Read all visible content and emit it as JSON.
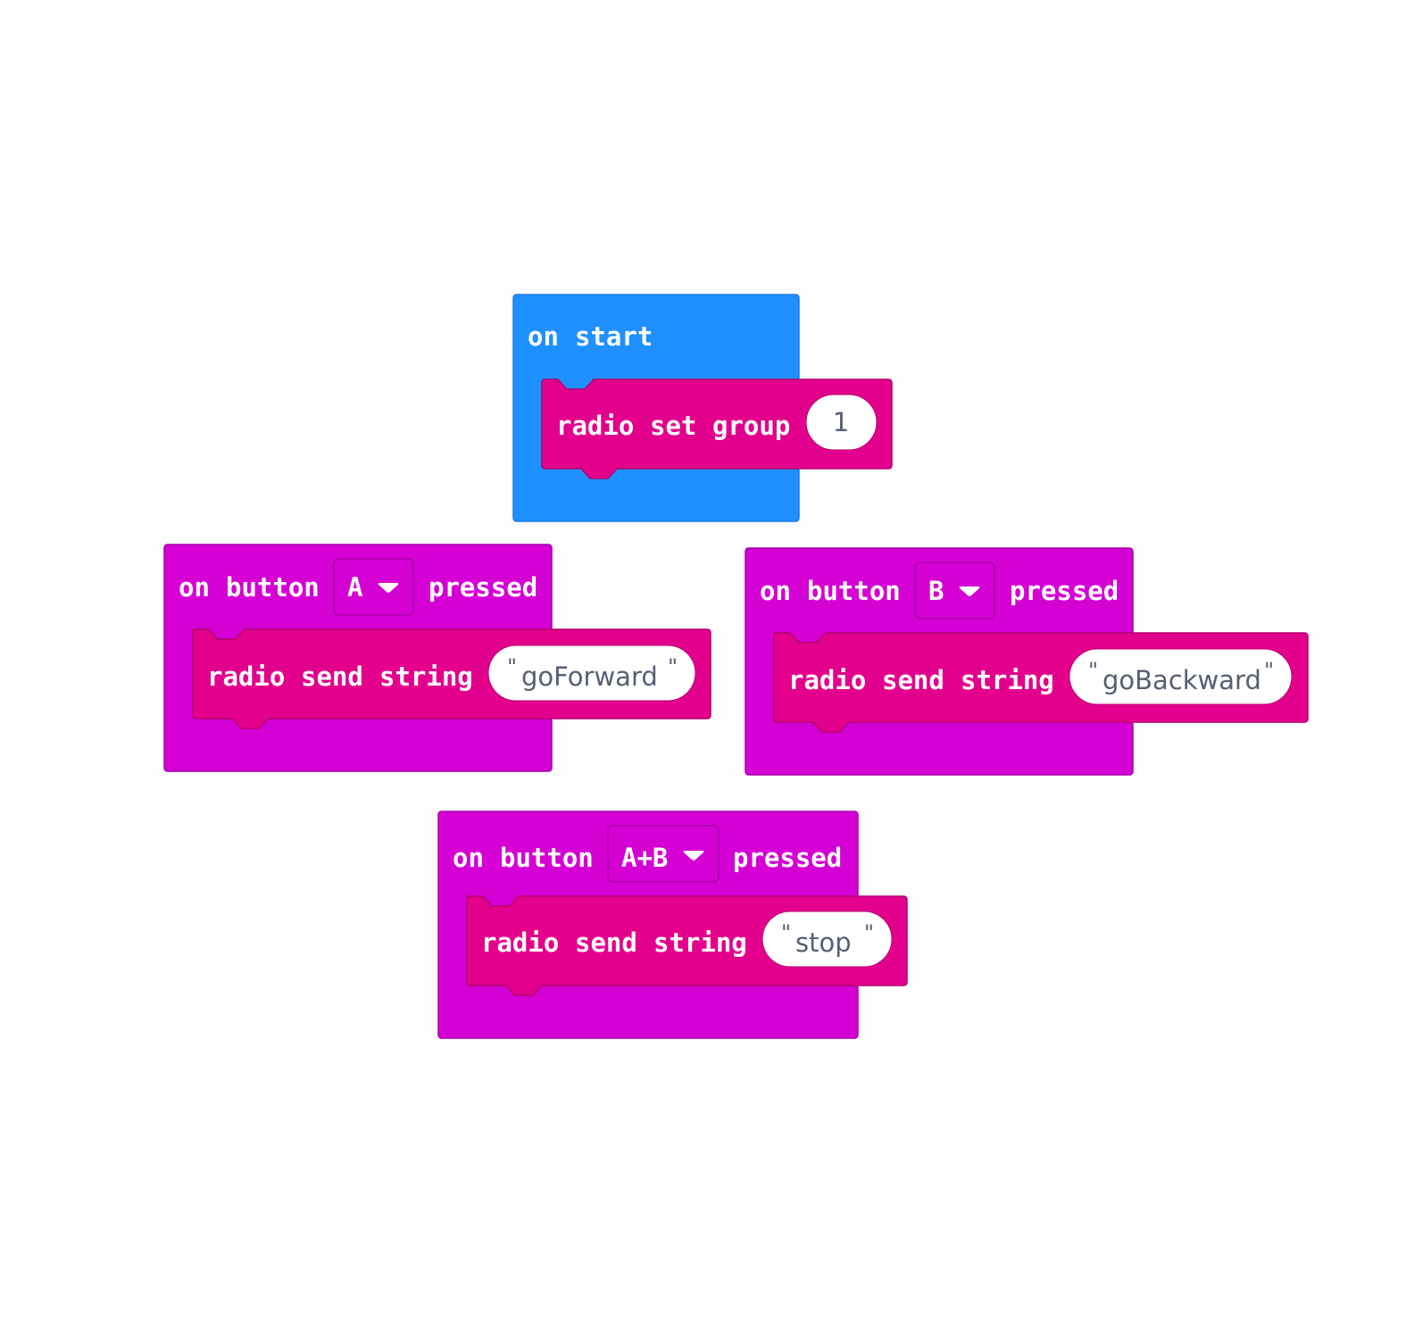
{
  "colors": {
    "basic": "#1e90ff",
    "basic_border": "#1a7fe0",
    "input": "#d400d4",
    "input_border": "#a900a9",
    "radio": "#e3008c",
    "radio_border": "#b5006f",
    "pill": "#ffffff",
    "pill_text": "#575e75"
  },
  "blocks": {
    "on_start": {
      "on_label": "on",
      "event_label": "start",
      "child": {
        "radio_label": "radio",
        "set_label": "set",
        "group_label": "group",
        "value": "1"
      }
    },
    "button_a": {
      "on_label": "on",
      "button_label": "button",
      "dropdown_value": "A",
      "pressed_label": "pressed",
      "child": {
        "radio_label": "radio",
        "send_label": "send",
        "string_label": "string",
        "value": "goForward"
      }
    },
    "button_b": {
      "on_label": "on",
      "button_label": "button",
      "dropdown_value": "B",
      "pressed_label": "pressed",
      "child": {
        "radio_label": "radio",
        "send_label": "send",
        "string_label": "string",
        "value": "goBackward"
      }
    },
    "button_ab": {
      "on_label": "on",
      "button_label": "button",
      "dropdown_value": "A+B",
      "pressed_label": "pressed",
      "child": {
        "radio_label": "radio",
        "send_label": "send",
        "string_label": "string",
        "value": "stop"
      }
    }
  },
  "quote_mark": "\""
}
